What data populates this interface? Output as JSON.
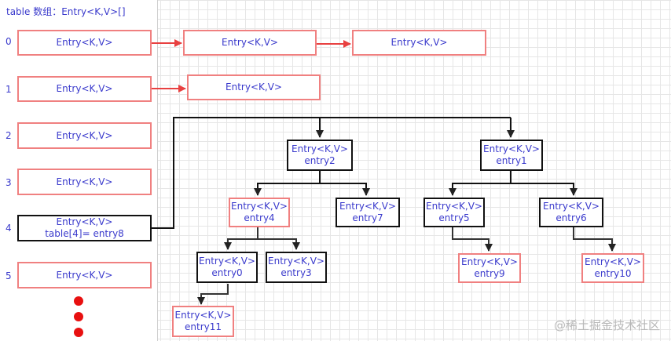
{
  "table_title": "table 数组：Entry<K,V>[]",
  "indices": [
    "0",
    "1",
    "2",
    "3",
    "4",
    "5"
  ],
  "slots": [
    {
      "line1": "Entry<K,V>",
      "line2": ""
    },
    {
      "line1": "Entry<K,V>",
      "line2": ""
    },
    {
      "line1": "Entry<K,V>",
      "line2": ""
    },
    {
      "line1": "Entry<K,V>",
      "line2": ""
    },
    {
      "line1": "Entry<K,V>",
      "line2": "table[4]= entry8"
    },
    {
      "line1": "Entry<K,V>",
      "line2": ""
    }
  ],
  "chain0": [
    "Entry<K,V>",
    "Entry<K,V>"
  ],
  "chain1": [
    "Entry<K,V>"
  ],
  "tree": {
    "entry2": {
      "type": "Entry<K,V>",
      "name": "entry2"
    },
    "entry1": {
      "type": "Entry<K,V>",
      "name": "entry1"
    },
    "entry4": {
      "type": "Entry<K,V>",
      "name": "entry4"
    },
    "entry7": {
      "type": "Entry<K,V>",
      "name": "entry7"
    },
    "entry5": {
      "type": "Entry<K,V>",
      "name": "entry5"
    },
    "entry6": {
      "type": "Entry<K,V>",
      "name": "entry6"
    },
    "entry0": {
      "type": "Entry<K,V>",
      "name": "entry0"
    },
    "entry3": {
      "type": "Entry<K,V>",
      "name": "entry3"
    },
    "entry9": {
      "type": "Entry<K,V>",
      "name": "entry9"
    },
    "entry10": {
      "type": "Entry<K,V>",
      "name": "entry10"
    },
    "entry11": {
      "type": "Entry<K,V>",
      "name": "entry11"
    }
  },
  "colors": {
    "red_border": "#f08080",
    "black_border": "#111111",
    "text": "#3a3acc",
    "dot": "#e81010"
  },
  "watermark": "@稀土掘金技术社区"
}
